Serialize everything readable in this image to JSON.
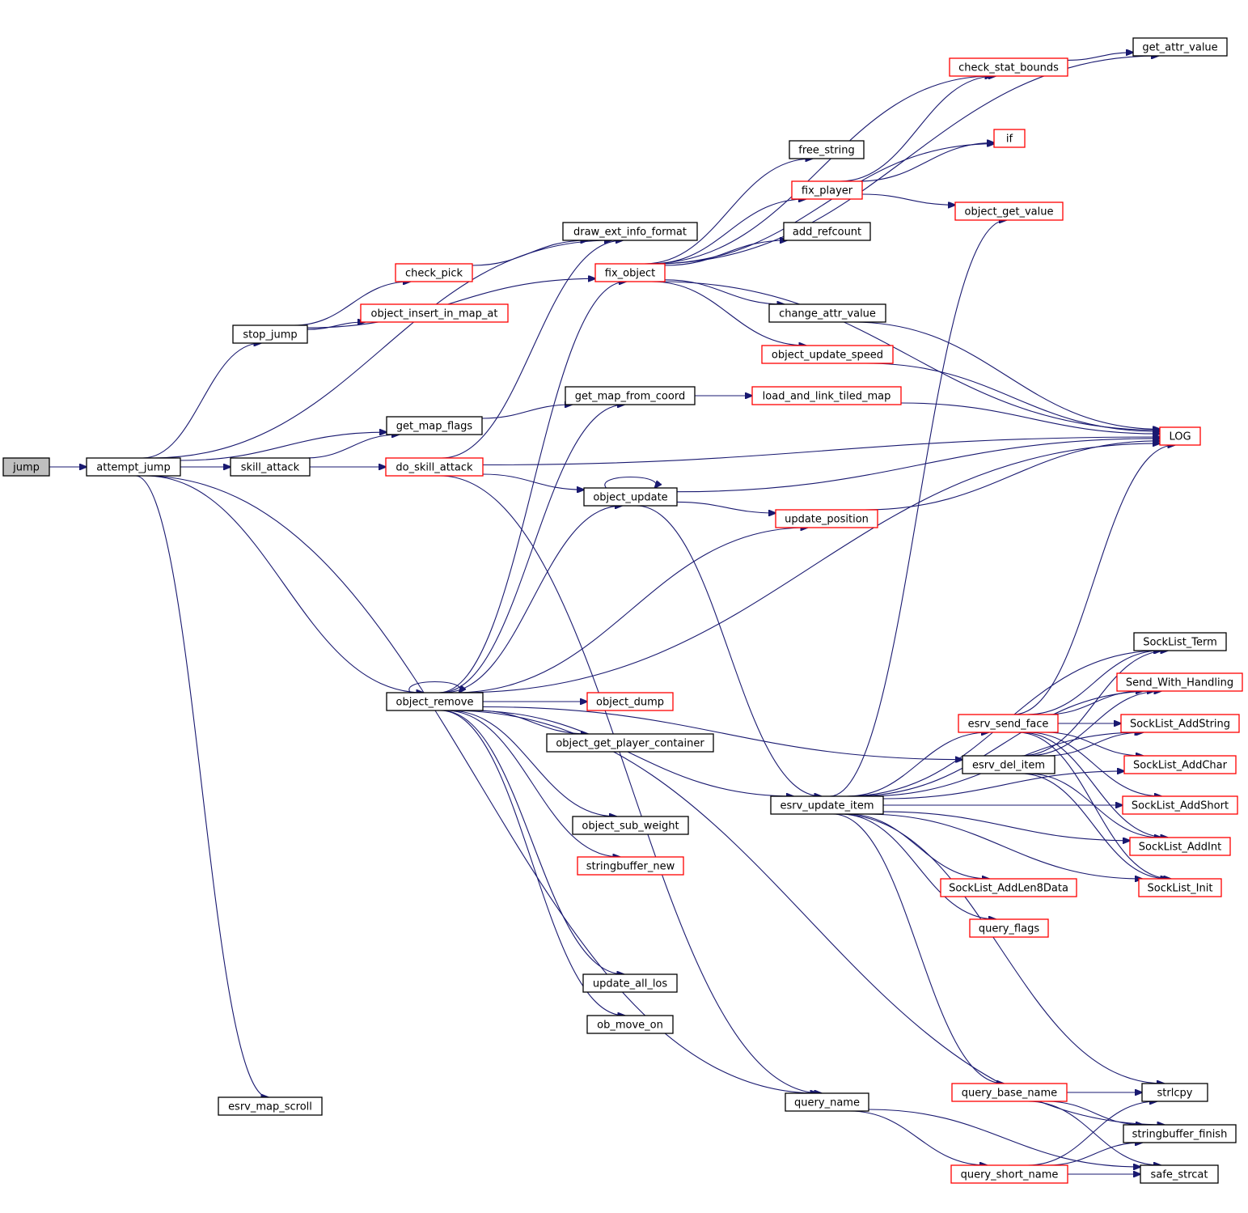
{
  "colors": {
    "edge": "#191970",
    "linked_border": "#000000",
    "incomplete_border": "#ff0000",
    "root_fill": "#bfbfbf",
    "node_fill": "#ffffff"
  },
  "root": "jump",
  "nodes": [
    {
      "id": "jump",
      "label": "jump",
      "style": "root"
    },
    {
      "id": "attempt_jump",
      "label": "attempt_jump",
      "style": "black"
    },
    {
      "id": "stop_jump",
      "label": "stop_jump",
      "style": "black"
    },
    {
      "id": "skill_attack",
      "label": "skill_attack",
      "style": "black"
    },
    {
      "id": "esrv_map_scroll",
      "label": "esrv_map_scroll",
      "style": "black"
    },
    {
      "id": "check_pick",
      "label": "check_pick",
      "style": "red"
    },
    {
      "id": "object_insert_in_map_at",
      "label": "object_insert_in_map_at",
      "style": "red"
    },
    {
      "id": "get_map_flags",
      "label": "get_map_flags",
      "style": "black"
    },
    {
      "id": "do_skill_attack",
      "label": "do_skill_attack",
      "style": "red"
    },
    {
      "id": "object_remove",
      "label": "object_remove",
      "style": "black"
    },
    {
      "id": "draw_ext_info_format",
      "label": "draw_ext_info_format",
      "style": "black"
    },
    {
      "id": "fix_object",
      "label": "fix_object",
      "style": "red"
    },
    {
      "id": "get_map_from_coord",
      "label": "get_map_from_coord",
      "style": "black"
    },
    {
      "id": "object_update",
      "label": "object_update",
      "style": "black"
    },
    {
      "id": "object_dump",
      "label": "object_dump",
      "style": "red"
    },
    {
      "id": "object_get_player_container",
      "label": "object_get_player_container",
      "style": "black"
    },
    {
      "id": "object_sub_weight",
      "label": "object_sub_weight",
      "style": "black"
    },
    {
      "id": "stringbuffer_new",
      "label": "stringbuffer_new",
      "style": "red"
    },
    {
      "id": "update_all_los",
      "label": "update_all_los",
      "style": "black"
    },
    {
      "id": "ob_move_on",
      "label": "ob_move_on",
      "style": "black"
    },
    {
      "id": "free_string",
      "label": "free_string",
      "style": "black"
    },
    {
      "id": "fix_player",
      "label": "fix_player",
      "style": "red"
    },
    {
      "id": "add_refcount",
      "label": "add_refcount",
      "style": "black"
    },
    {
      "id": "change_attr_value",
      "label": "change_attr_value",
      "style": "black"
    },
    {
      "id": "object_update_speed",
      "label": "object_update_speed",
      "style": "red"
    },
    {
      "id": "load_and_link_tiled_map",
      "label": "load_and_link_tiled_map",
      "style": "red"
    },
    {
      "id": "update_position",
      "label": "update_position",
      "style": "red"
    },
    {
      "id": "esrv_update_item",
      "label": "esrv_update_item",
      "style": "black"
    },
    {
      "id": "query_name",
      "label": "query_name",
      "style": "black"
    },
    {
      "id": "check_stat_bounds",
      "label": "check_stat_bounds",
      "style": "red"
    },
    {
      "id": "if",
      "label": "if",
      "style": "red"
    },
    {
      "id": "object_get_value",
      "label": "object_get_value",
      "style": "red"
    },
    {
      "id": "esrv_send_face",
      "label": "esrv_send_face",
      "style": "red"
    },
    {
      "id": "esrv_del_item",
      "label": "esrv_del_item",
      "style": "black"
    },
    {
      "id": "SockList_AddLen8Data",
      "label": "SockList_AddLen8Data",
      "style": "red"
    },
    {
      "id": "query_flags",
      "label": "query_flags",
      "style": "red"
    },
    {
      "id": "query_base_name",
      "label": "query_base_name",
      "style": "red"
    },
    {
      "id": "query_short_name",
      "label": "query_short_name",
      "style": "red"
    },
    {
      "id": "get_attr_value",
      "label": "get_attr_value",
      "style": "black"
    },
    {
      "id": "LOG",
      "label": "LOG",
      "style": "red"
    },
    {
      "id": "SockList_Term",
      "label": "SockList_Term",
      "style": "black"
    },
    {
      "id": "Send_With_Handling",
      "label": "Send_With_Handling",
      "style": "red"
    },
    {
      "id": "SockList_AddString",
      "label": "SockList_AddString",
      "style": "red"
    },
    {
      "id": "SockList_AddChar",
      "label": "SockList_AddChar",
      "style": "red"
    },
    {
      "id": "SockList_AddShort",
      "label": "SockList_AddShort",
      "style": "red"
    },
    {
      "id": "SockList_AddInt",
      "label": "SockList_AddInt",
      "style": "red"
    },
    {
      "id": "SockList_Init",
      "label": "SockList_Init",
      "style": "red"
    },
    {
      "id": "strlcpy",
      "label": "strlcpy",
      "style": "black"
    },
    {
      "id": "stringbuffer_finish",
      "label": "stringbuffer_finish",
      "style": "black"
    },
    {
      "id": "safe_strcat",
      "label": "safe_strcat",
      "style": "black"
    }
  ],
  "edges": [
    [
      "jump",
      "attempt_jump"
    ],
    [
      "attempt_jump",
      "draw_ext_info_format"
    ],
    [
      "attempt_jump",
      "stop_jump"
    ],
    [
      "attempt_jump",
      "get_map_flags"
    ],
    [
      "attempt_jump",
      "skill_attack"
    ],
    [
      "attempt_jump",
      "object_remove"
    ],
    [
      "attempt_jump",
      "query_name"
    ],
    [
      "attempt_jump",
      "esrv_map_scroll"
    ],
    [
      "stop_jump",
      "check_pick"
    ],
    [
      "stop_jump",
      "object_insert_in_map_at"
    ],
    [
      "stop_jump",
      "fix_object"
    ],
    [
      "check_pick",
      "draw_ext_info_format"
    ],
    [
      "skill_attack",
      "get_map_flags"
    ],
    [
      "skill_attack",
      "do_skill_attack"
    ],
    [
      "get_map_flags",
      "get_map_from_coord"
    ],
    [
      "do_skill_attack",
      "draw_ext_info_format"
    ],
    [
      "do_skill_attack",
      "LOG"
    ],
    [
      "do_skill_attack",
      "object_update"
    ],
    [
      "do_skill_attack",
      "query_name"
    ],
    [
      "object_remove",
      "object_remove"
    ],
    [
      "object_remove",
      "fix_object"
    ],
    [
      "object_remove",
      "get_map_from_coord"
    ],
    [
      "object_remove",
      "object_update"
    ],
    [
      "object_remove",
      "update_position"
    ],
    [
      "object_remove",
      "LOG"
    ],
    [
      "object_remove",
      "esrv_del_item"
    ],
    [
      "object_remove",
      "object_dump"
    ],
    [
      "object_remove",
      "object_get_player_container"
    ],
    [
      "object_remove",
      "esrv_update_item"
    ],
    [
      "object_remove",
      "object_sub_weight"
    ],
    [
      "object_remove",
      "stringbuffer_new"
    ],
    [
      "object_remove",
      "stringbuffer_finish"
    ],
    [
      "object_remove",
      "update_all_los"
    ],
    [
      "object_remove",
      "ob_move_on"
    ],
    [
      "fix_object",
      "get_attr_value"
    ],
    [
      "fix_object",
      "check_stat_bounds"
    ],
    [
      "fix_object",
      "if"
    ],
    [
      "fix_object",
      "free_string"
    ],
    [
      "fix_object",
      "fix_player"
    ],
    [
      "fix_object",
      "add_refcount"
    ],
    [
      "fix_object",
      "LOG"
    ],
    [
      "fix_object",
      "change_attr_value"
    ],
    [
      "fix_object",
      "object_update_speed"
    ],
    [
      "fix_player",
      "if"
    ],
    [
      "fix_player",
      "check_stat_bounds"
    ],
    [
      "fix_player",
      "object_get_value"
    ],
    [
      "check_stat_bounds",
      "get_attr_value"
    ],
    [
      "change_attr_value",
      "LOG"
    ],
    [
      "object_update_speed",
      "LOG"
    ],
    [
      "get_map_from_coord",
      "load_and_link_tiled_map"
    ],
    [
      "load_and_link_tiled_map",
      "LOG"
    ],
    [
      "object_update",
      "object_update"
    ],
    [
      "object_update",
      "LOG"
    ],
    [
      "object_update",
      "update_position"
    ],
    [
      "object_update",
      "esrv_update_item"
    ],
    [
      "update_position",
      "LOG"
    ],
    [
      "esrv_update_item",
      "object_get_value"
    ],
    [
      "esrv_update_item",
      "SockList_Term"
    ],
    [
      "esrv_update_item",
      "Send_With_Handling"
    ],
    [
      "esrv_update_item",
      "SockList_AddString"
    ],
    [
      "esrv_update_item",
      "esrv_send_face"
    ],
    [
      "esrv_update_item",
      "SockList_AddChar"
    ],
    [
      "esrv_update_item",
      "SockList_AddShort"
    ],
    [
      "esrv_update_item",
      "SockList_AddLen8Data"
    ],
    [
      "esrv_update_item",
      "query_flags"
    ],
    [
      "esrv_update_item",
      "SockList_AddInt"
    ],
    [
      "esrv_update_item",
      "SockList_Init"
    ],
    [
      "esrv_update_item",
      "query_base_name"
    ],
    [
      "esrv_update_item",
      "strlcpy"
    ],
    [
      "esrv_send_face",
      "LOG"
    ],
    [
      "esrv_send_face",
      "SockList_Term"
    ],
    [
      "esrv_send_face",
      "Send_With_Handling"
    ],
    [
      "esrv_send_face",
      "SockList_AddString"
    ],
    [
      "esrv_send_face",
      "SockList_AddChar"
    ],
    [
      "esrv_send_face",
      "SockList_AddShort"
    ],
    [
      "esrv_send_face",
      "SockList_AddInt"
    ],
    [
      "esrv_send_face",
      "SockList_Init"
    ],
    [
      "esrv_del_item",
      "SockList_Term"
    ],
    [
      "esrv_del_item",
      "Send_With_Handling"
    ],
    [
      "esrv_del_item",
      "SockList_AddString"
    ],
    [
      "esrv_del_item",
      "SockList_AddInt"
    ],
    [
      "esrv_del_item",
      "SockList_Init"
    ],
    [
      "query_name",
      "query_short_name"
    ],
    [
      "query_name",
      "safe_strcat"
    ],
    [
      "query_base_name",
      "strlcpy"
    ],
    [
      "query_base_name",
      "stringbuffer_finish"
    ],
    [
      "query_base_name",
      "safe_strcat"
    ],
    [
      "query_short_name",
      "strlcpy"
    ],
    [
      "query_short_name",
      "stringbuffer_finish"
    ],
    [
      "query_short_name",
      "safe_strcat"
    ]
  ]
}
